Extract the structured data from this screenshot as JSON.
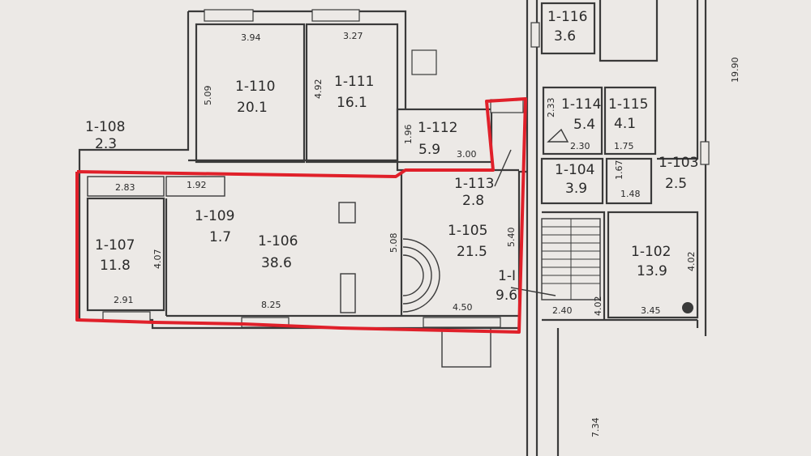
{
  "colors": {
    "paper": "#ece9e6",
    "line": "#3a3a3a",
    "highlight": "#e0202a"
  },
  "rooms": {
    "r110": {
      "id": "1-110",
      "area": "20.1"
    },
    "r111": {
      "id": "1-111",
      "area": "16.1"
    },
    "r108": {
      "id": "1-108",
      "area": "2.3"
    },
    "r112": {
      "id": "1-112",
      "area": "5.9"
    },
    "r113": {
      "id": "1-113",
      "area": "2.8"
    },
    "r116": {
      "id": "1-116",
      "area": "3.6"
    },
    "r114": {
      "id": "1-114",
      "area": "5.4"
    },
    "r115": {
      "id": "1-115",
      "area": "4.1"
    },
    "r104": {
      "id": "1-104",
      "area": "3.9"
    },
    "r103": {
      "id": "1-103",
      "area": "2.5"
    },
    "r109": {
      "id": "1-109",
      "area": "1.7"
    },
    "r106": {
      "id": "1-106",
      "area": "38.6"
    },
    "r105": {
      "id": "1-105",
      "area": "21.5"
    },
    "r107": {
      "id": "1-107",
      "area": "11.8"
    },
    "r1": {
      "id": "1-I",
      "area": "9.6"
    },
    "r102": {
      "id": "1-102",
      "area": "13.9"
    }
  },
  "dims": {
    "d394": "3.94",
    "d327": "3.27",
    "d509": "5.09",
    "d492": "4.92",
    "d196": "1.96",
    "d300": "3.00",
    "d233": "2.33",
    "d230": "2.30",
    "d175": "1.75",
    "d167": "1.67",
    "d148": "1.48",
    "d1990": "19.90",
    "d283": "2.83",
    "d192": "1.92",
    "d407": "4.07",
    "d508": "5.08",
    "d540": "5.40",
    "d291": "2.91",
    "d825": "8.25",
    "d450": "4.50",
    "d240": "2.40",
    "d402a": "4.02",
    "d345": "3.45",
    "d402b": "4.02",
    "d734": "7.34"
  }
}
